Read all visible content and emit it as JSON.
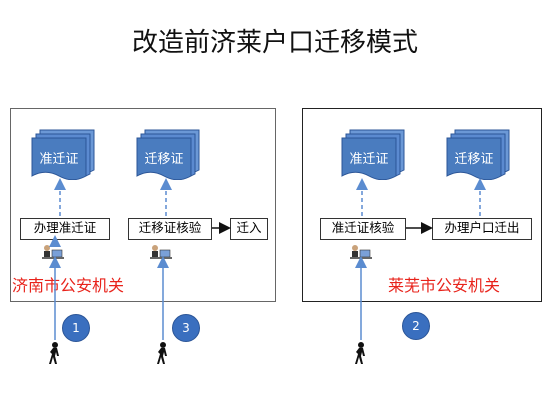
{
  "title": "改造前济莱户口迁移模式",
  "left_panel": {
    "doc_top_label": "准迁证",
    "doc_mid_label": "迁移证",
    "box_apply": "办理准迁证",
    "box_verify": "迁移证核验",
    "box_movein": "迁入",
    "office_label": "济南市公安机关"
  },
  "right_panel": {
    "doc_left_label": "准迁证",
    "doc_right_label": "迁移证",
    "box_verify": "准迁证核验",
    "box_moveout": "办理户口迁出",
    "office_label": "莱芜市公安机关"
  },
  "steps": [
    "1",
    "3",
    "2"
  ],
  "colors": {
    "doc": "#4a7cbf",
    "arrow": "#5b8cd0",
    "circle": "#3a6fbf",
    "office": "#e8231b"
  }
}
